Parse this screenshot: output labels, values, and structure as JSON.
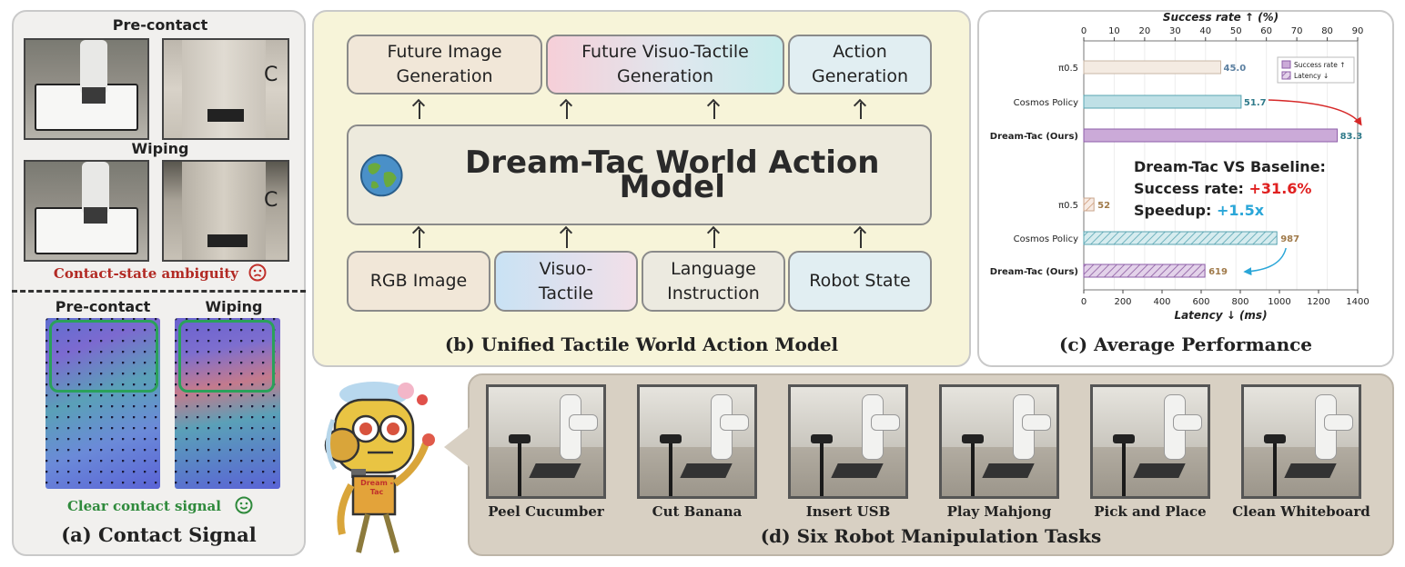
{
  "panel_a": {
    "pre_contact_top": "Pre-contact",
    "wiping_top": "Wiping",
    "ambiguity": "Contact-state ambiguity",
    "pre_contact_bottom": "Pre-contact",
    "wiping_bottom": "Wiping",
    "clear_signal": "Clear contact signal",
    "caption": "(a) Contact Signal",
    "whiteboard_letter": "C",
    "sad_color": "#c0302b",
    "happy_color": "#2f8a3c"
  },
  "panel_b": {
    "outputs": [
      "Future Image Generation",
      "Future Visuo-Tactile Generation",
      "Action Generation"
    ],
    "model": "Dream-Tac World Action Model",
    "inputs": [
      "RGB Image",
      "Visuo-Tactile",
      "Language Instruction",
      "Robot State"
    ],
    "caption": "(b) Unified Tactile World Action Model",
    "icon": "globe-icon"
  },
  "panel_c": {
    "caption": "(c) Average Performance",
    "annotation": {
      "title": "Dream-Tac VS Baseline:",
      "success_label": "Success rate:",
      "success_value": "+31.6%",
      "speed_label": "Speedup:",
      "speed_value": "+1.5x",
      "success_color": "#e02020",
      "speed_color": "#2aa6d8"
    }
  },
  "chart_data": {
    "type": "bar",
    "orientation": "horizontal",
    "categories": [
      "π0.5",
      "Cosmos Policy",
      "Dream-Tac (Ours)"
    ],
    "series": [
      {
        "name": "Success rate ↑",
        "values": [
          45.0,
          51.7,
          83.3
        ],
        "labels": [
          "45.0",
          "51.7",
          "83.3"
        ],
        "colors": [
          "#f3e9e0",
          "#bcdfe6",
          "#c8a7d6"
        ]
      },
      {
        "name": "Latency ↓",
        "values": [
          52,
          987,
          619
        ],
        "labels": [
          "52",
          "987",
          "619"
        ],
        "colors": [
          "#f3e0d6",
          "#bcdfe6",
          "#c8a7d6"
        ]
      }
    ],
    "x_top_label": "Success rate ↑ (%)",
    "x_top_ticks": [
      "0",
      "10",
      "20",
      "30",
      "40",
      "50",
      "60",
      "70",
      "80",
      "90"
    ],
    "x_top_range": [
      0,
      90
    ],
    "x_bottom_label": "Latency ↓ (ms)",
    "x_bottom_ticks": [
      "0",
      "200",
      "400",
      "600",
      "800",
      "1000",
      "1200",
      "1400"
    ],
    "x_bottom_range": [
      0,
      1400
    ],
    "legend": [
      "Success rate ↑",
      "Latency ↓"
    ],
    "legend_position": "top-right",
    "grid": true
  },
  "panel_d": {
    "tasks": [
      "Peel Cucumber",
      "Cut Banana",
      "Insert USB",
      "Play Mahjong",
      "Pick and Place",
      "Clean Whiteboard"
    ],
    "caption": "(d) Six Robot Manipulation Tasks",
    "mascot_badge": "Dream -Tac"
  }
}
